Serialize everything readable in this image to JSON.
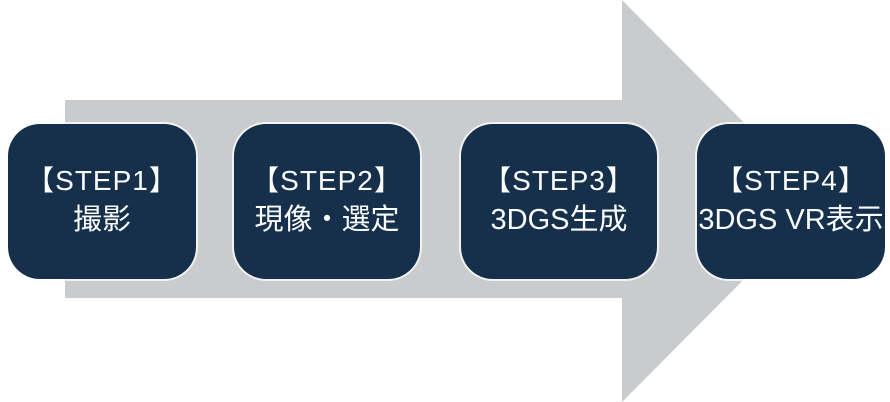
{
  "colors": {
    "background": "#ffffff",
    "arrow": "#cacbcd",
    "box": "#16304c",
    "text": "#fafcfd"
  },
  "diagram": {
    "type": "process-flow-arrow",
    "direction": "right"
  },
  "steps": [
    {
      "title": "【STEP1】",
      "subtitle": "撮影"
    },
    {
      "title": "【STEP2】",
      "subtitle": "現像・選定"
    },
    {
      "title": "【STEP3】",
      "subtitle": "3DGS生成"
    },
    {
      "title": "【STEP4】",
      "subtitle": "3DGS VR表示"
    }
  ]
}
